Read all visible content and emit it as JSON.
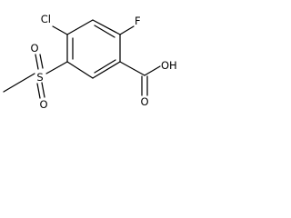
{
  "molecule": {
    "atoms": {
      "cl": "Cl",
      "f": "F",
      "s": "S",
      "o_sulfonyl_top": "O",
      "o_sulfonyl_bottom": "O",
      "o_carbonyl": "O",
      "oh": "OH"
    },
    "colors": {
      "bond": "#000000",
      "label": "#000000",
      "background": "#ffffff"
    }
  }
}
